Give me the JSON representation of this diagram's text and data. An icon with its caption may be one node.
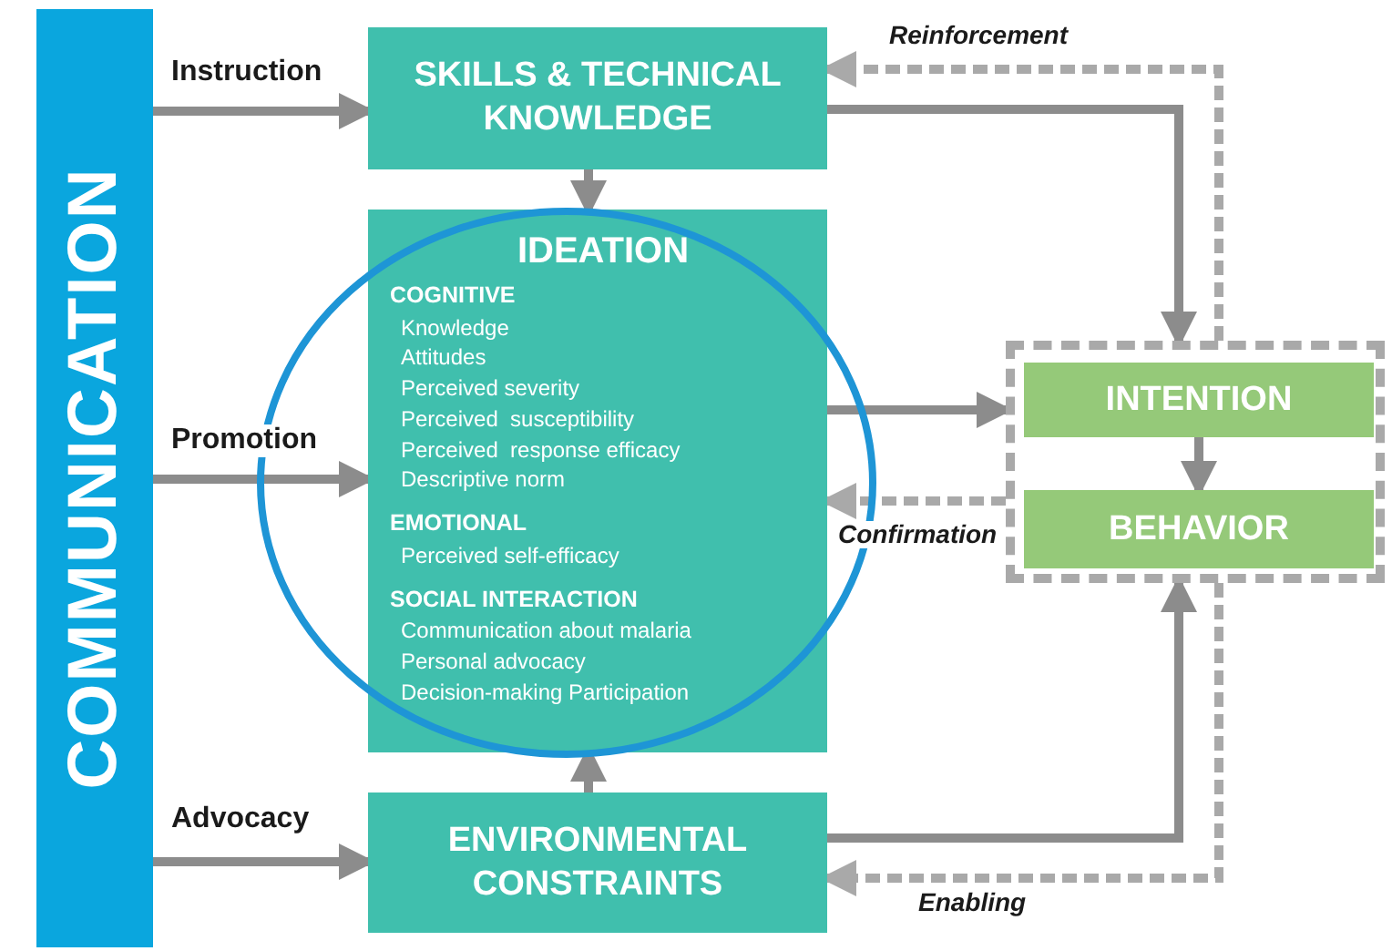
{
  "diagram": {
    "nodes": [
      {
        "text": [
          "COMMUNICATION"
        ]
      },
      {
        "text": [
          "SKILLS & TECHNICAL KNOWLEDGE"
        ]
      },
      {
        "text": [
          "IDEATION",
          "COGNITIVE",
          "Knowledge",
          "Attitudes",
          "Perceived severity",
          "Perceived  susceptibility",
          "Perceived  response efficacy",
          "Descriptive norm",
          "EMOTIONAL",
          "Perceived self-efficacy",
          "SOCIAL INTERACTION",
          "Communication about malaria",
          "Personal advocacy",
          "Decision-making Participation"
        ]
      },
      {
        "text": [
          "ENVIRONMENTAL CONSTRAINTS"
        ]
      },
      {
        "text": [],
        "shape": "box"
      },
      {
        "text": [
          "INTENTION"
        ],
        "in": 4
      },
      {
        "text": [
          "BEHAVIOR"
        ],
        "in": 4
      }
    ],
    "edges": [
      {
        "from": 0,
        "to": 1,
        "arrow": "to",
        "label": "Instruction"
      },
      {
        "from": 0,
        "to": 2,
        "arrow": "to",
        "label": "Promotion"
      },
      {
        "from": 0,
        "to": 3,
        "arrow": "to",
        "label": "Advocacy"
      },
      {
        "from": 1,
        "to": 2,
        "arrow": "to"
      },
      {
        "from": 3,
        "to": 2,
        "arrow": "to"
      },
      {
        "from": 1,
        "to": 4,
        "arrow": "to"
      },
      {
        "from": 2,
        "to": 4,
        "arrow": "to"
      },
      {
        "from": 3,
        "to": 4,
        "arrow": "to"
      },
      {
        "from": 4,
        "to": 1,
        "arrow": "to",
        "style": "dashed",
        "label": "Reinforcement"
      },
      {
        "from": 4,
        "to": 2,
        "arrow": "to",
        "style": "dashed",
        "label": "Confirmation"
      },
      {
        "from": 4,
        "to": 3,
        "arrow": "to",
        "style": "dashed",
        "label": "Enabling"
      },
      {
        "from": 5,
        "to": 6,
        "arrow": "to"
      }
    ]
  }
}
